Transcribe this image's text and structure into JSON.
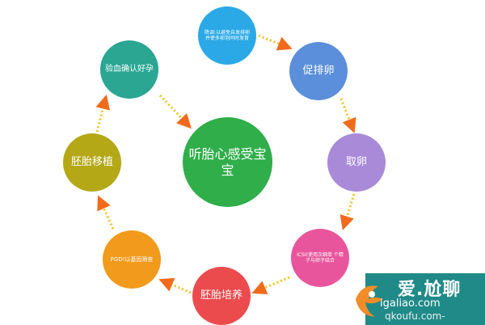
{
  "center": {
    "label": "听胎心感受宝宝",
    "color": "#2fae4a"
  },
  "nodes": [
    {
      "id": "n1",
      "label": "降调:以避免自发排卵 并使多卵泡同时发育",
      "color": "#2aa9e6"
    },
    {
      "id": "n2",
      "label": "促排卵",
      "color": "#5b8fdb"
    },
    {
      "id": "n3",
      "label": "取卵",
      "color": "#a98ad8"
    },
    {
      "id": "n4",
      "label": "ICSI(使用次细单 个精子与卵子结合",
      "color": "#e9559d"
    },
    {
      "id": "n5",
      "label": "胚胎培养",
      "color": "#ec4b4e"
    },
    {
      "id": "n6",
      "label": "PGD!以基因筛查",
      "color": "#f29a1c"
    },
    {
      "id": "n7",
      "label": "胚胎移植",
      "color": "#b4a817"
    },
    {
      "id": "n8",
      "label": "验血确认好孕",
      "color": "#2aa693"
    }
  ],
  "arrow_color": "#f28c28",
  "watermark": {
    "brand": "爱.尬聊",
    "url": "igaliao.com",
    "url2": "qkoufu.com-"
  }
}
